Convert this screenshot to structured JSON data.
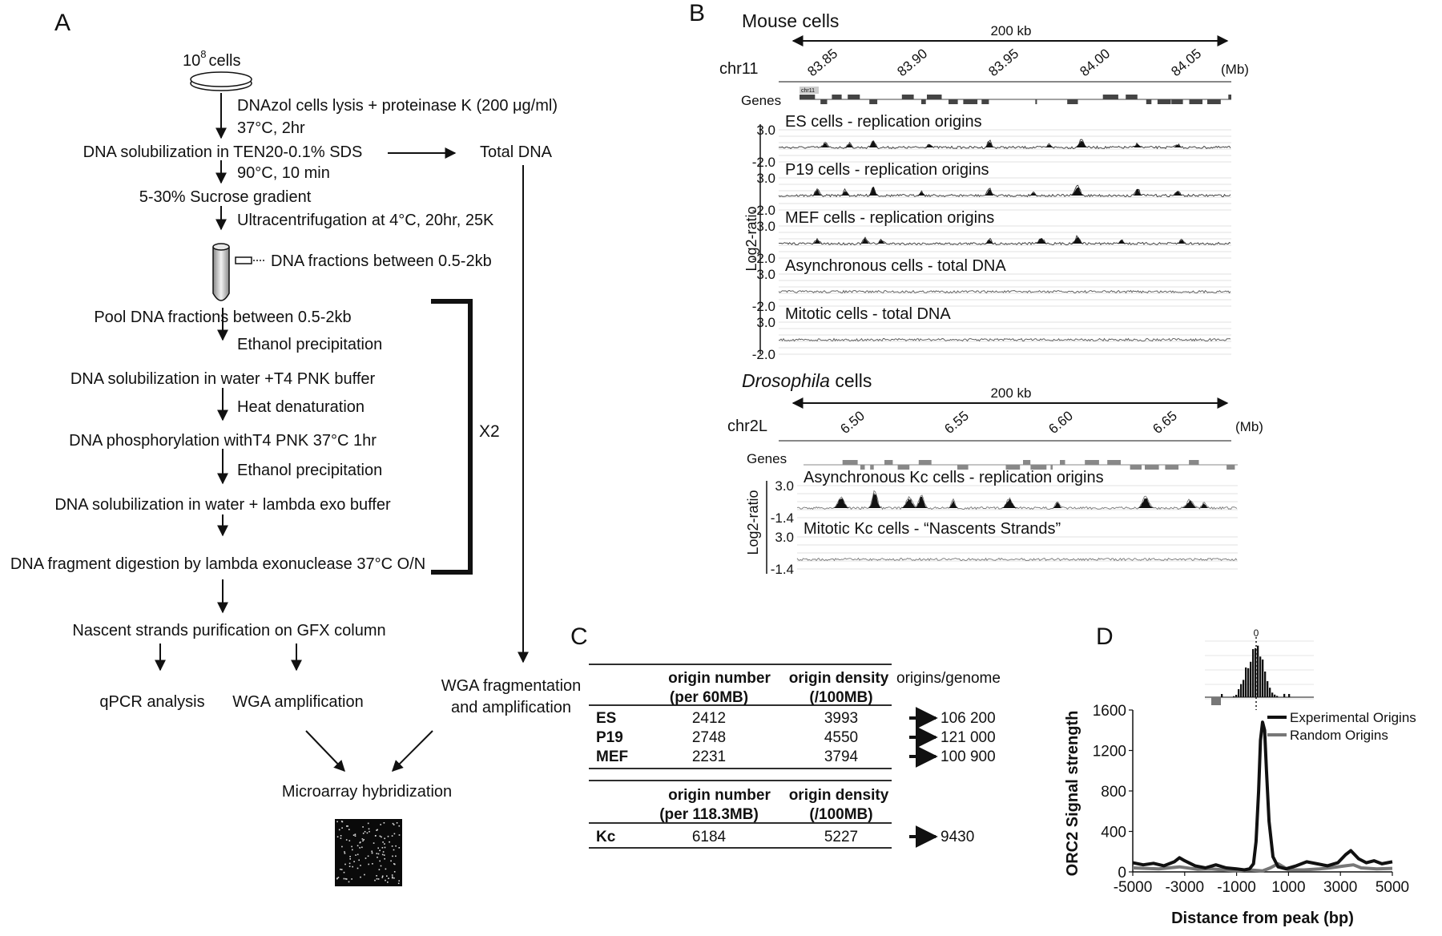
{
  "panels": {
    "a": "A",
    "b": "B",
    "c": "C",
    "d": "D"
  },
  "panelA": {
    "cells_base": "10",
    "cells_exp": "8",
    "cells_word": "cells",
    "steps": [
      "DNA solubilization in TEN20-0.1% SDS",
      "5-30% Sucrose gradient",
      "Pool DNA fractions between 0.5-2kb",
      "DNA solubilization in water +T4 PNK buffer",
      "DNA phosphorylation withT4 PNK 37°C 1hr",
      "DNA solubilization in water + lambda exo buffer",
      "DNA fragment digestion by lambda exonuclease 37°C O/N",
      "Nascent strands purification on GFX column",
      "qPCR analysis",
      "WGA amplification",
      "Microarray hybridization"
    ],
    "notes": [
      "DNAzol cells lysis + proteinase K (200 μg/ml)",
      "37°C, 2hr",
      "90°C, 10 min",
      "Ultracentrifugation at 4°C, 20hr, 25K",
      "DNA fractions between 0.5-2kb",
      "Ethanol precipitation",
      "Heat denaturation",
      "Ethanol precipitation"
    ],
    "total_dna": "Total DNA",
    "wga_frag_1": "WGA fragmentation",
    "wga_frag_2": "and amplification",
    "repeat": "X2"
  },
  "panelB": {
    "mouse_title": "Mouse cells",
    "span": "200 kb",
    "mouse_chr": "chr11",
    "mouse_ticks": [
      "83.85",
      "83.90",
      "83.95",
      "84.00",
      "84.05"
    ],
    "unit": "(Mb)",
    "genes": "Genes",
    "gene_chip": "chr11",
    "ymax": "3.0",
    "ymin": "-2.0",
    "ylabel": "Log2-ratio",
    "mouse_tracks": [
      "ES cells - replication origins",
      "P19 cells - replication origins",
      "MEF cells - replication origins",
      "Asynchronous cells - total DNA",
      "Mitotic cells - total DNA"
    ],
    "dros_title": "Drosophila",
    "dros_title_rest": "cells",
    "dros_chr": "chr2L",
    "dros_ticks": [
      "6.50",
      "6.55",
      "6.60",
      "6.65"
    ],
    "dros_ymin": "-1.4",
    "dros_tracks": [
      "Asynchronous Kc cells - replication origins",
      "Mitotic Kc cells - “Nascents Strands”"
    ]
  },
  "panelC": {
    "table": {
      "header1": [
        "origin number",
        "origin density"
      ],
      "header1_sub": [
        "(per 60MB)",
        "(/100MB)"
      ],
      "rows1": [
        {
          "name": "ES",
          "number": "2412",
          "density": "3993",
          "genome": "106 200"
        },
        {
          "name": "P19",
          "number": "2748",
          "density": "4550",
          "genome": "121 000"
        },
        {
          "name": "MEF",
          "number": "2231",
          "density": "3794",
          "genome": "100 900"
        }
      ],
      "header2": [
        "origin number",
        "origin density"
      ],
      "header2_sub": [
        "(per 118.3MB)",
        "(/100MB)"
      ],
      "rows2": [
        {
          "name": "Kc",
          "number": "6184",
          "density": "5227",
          "genome": "9430"
        }
      ],
      "genome_header": "origins/genome"
    }
  },
  "chart_data": {
    "type": "line",
    "title": "",
    "xlabel": "Distance from peak (bp)",
    "ylabel": "ORC2 Signal strength",
    "xlim": [
      -5000,
      5000
    ],
    "ylim": [
      0,
      1600
    ],
    "xticks": [
      "-5000",
      "-3000",
      "-1000",
      "1000",
      "3000",
      "5000"
    ],
    "yticks": [
      "0",
      "400",
      "800",
      "1200",
      "1600"
    ],
    "legend_position": "top-right",
    "inset_label": "0",
    "series": [
      {
        "name": "Experimental Origins",
        "color": "#111111",
        "x": [
          -5000,
          -4600,
          -4200,
          -3800,
          -3400,
          -3200,
          -3000,
          -2600,
          -2200,
          -1800,
          -1400,
          -1000,
          -700,
          -500,
          -350,
          -250,
          -150,
          -80,
          0,
          80,
          150,
          250,
          400,
          600,
          900,
          1300,
          1700,
          2100,
          2500,
          2900,
          3200,
          3400,
          3700,
          4000,
          4300,
          4600,
          5000
        ],
        "y": [
          90,
          70,
          85,
          60,
          100,
          140,
          110,
          60,
          40,
          70,
          40,
          30,
          20,
          30,
          80,
          300,
          800,
          1300,
          1480,
          1400,
          1000,
          500,
          150,
          50,
          30,
          60,
          100,
          80,
          60,
          90,
          170,
          210,
          130,
          90,
          110,
          80,
          100
        ]
      },
      {
        "name": "Random Origins",
        "color": "#777777",
        "x": [
          -5000,
          -4000,
          -3200,
          -2500,
          -2000,
          -1500,
          -1000,
          -500,
          0,
          300,
          600,
          1000,
          1600,
          2200,
          2600,
          3200,
          3500,
          3800,
          4400,
          5000
        ],
        "y": [
          40,
          30,
          50,
          25,
          30,
          20,
          10,
          20,
          10,
          40,
          80,
          20,
          20,
          30,
          40,
          60,
          70,
          40,
          30,
          35
        ]
      }
    ]
  }
}
